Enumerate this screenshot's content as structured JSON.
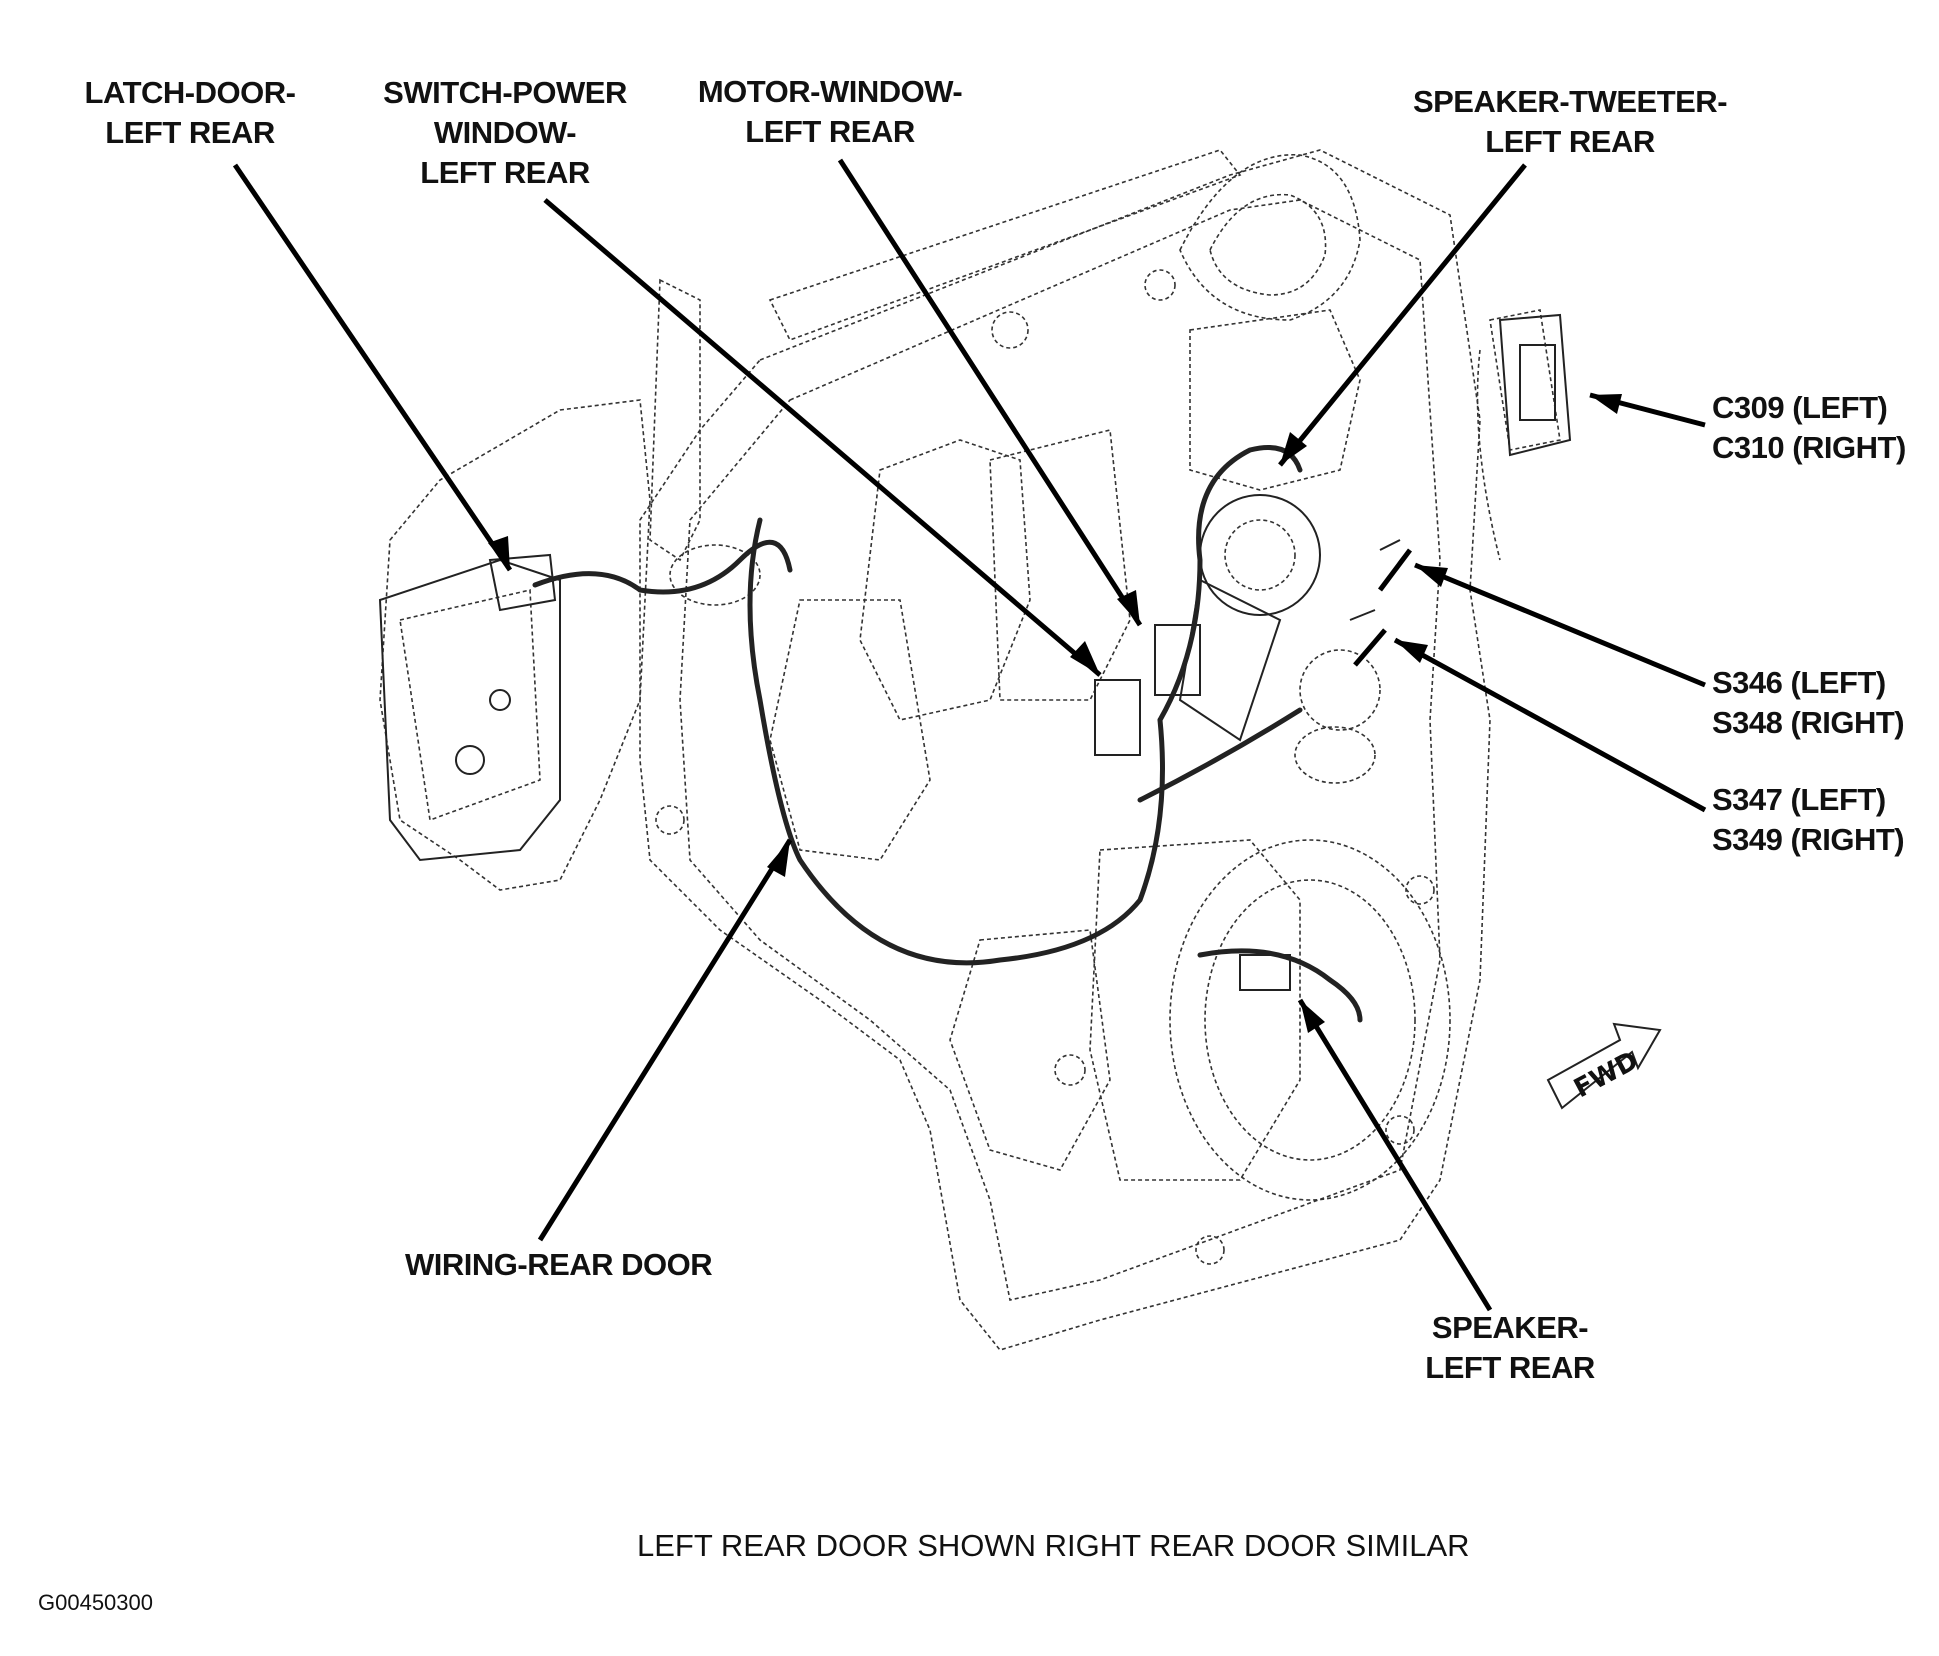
{
  "callouts": {
    "latch_door": {
      "line1": "LATCH-DOOR-",
      "line2": "LEFT REAR"
    },
    "switch_power_window": {
      "line1": "SWITCH-POWER",
      "line2": "WINDOW-",
      "line3": "LEFT REAR"
    },
    "motor_window": {
      "line1": "MOTOR-WINDOW-",
      "line2": "LEFT REAR"
    },
    "speaker_tweeter": {
      "line1": "SPEAKER-TWEETER-",
      "line2": "LEFT REAR"
    },
    "connector_c309": {
      "line1": "C309 (LEFT)",
      "line2": "C310 (RIGHT)"
    },
    "splice_s346": {
      "line1": "S346 (LEFT)",
      "line2": "S348 (RIGHT)"
    },
    "splice_s347": {
      "line1": "S347 (LEFT)",
      "line2": "S349 (RIGHT)"
    },
    "wiring_rear_door": {
      "line1": "WIRING-REAR DOOR"
    },
    "speaker": {
      "line1": "SPEAKER-",
      "line2": "LEFT REAR"
    }
  },
  "fwd_arrow": {
    "label": "FWD"
  },
  "caption": "LEFT REAR DOOR SHOWN  RIGHT REAR DOOR SIMILAR",
  "figure_id": "G00450300",
  "colors": {
    "ink": "#111111",
    "background": "#ffffff"
  }
}
